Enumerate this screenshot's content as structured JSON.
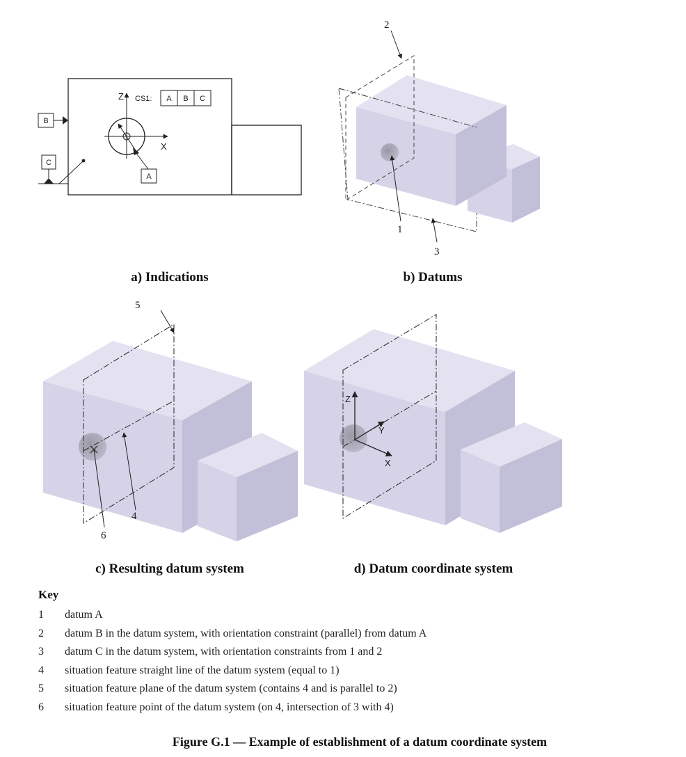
{
  "panel_a": {
    "caption": "a) Indications",
    "datum_b": "B",
    "datum_c": "C",
    "datum_a": "A",
    "axis_z": "Z",
    "axis_x": "X",
    "cs_label": "CS1:",
    "frame_cells": [
      "A",
      "B",
      "C"
    ]
  },
  "panel_b": {
    "caption": "b) Datums",
    "callouts": [
      "1",
      "2",
      "3"
    ]
  },
  "panel_c": {
    "caption": "c) Resulting datum system",
    "callouts": [
      "4",
      "5",
      "6"
    ]
  },
  "panel_d": {
    "caption": "d) Datum coordinate system",
    "axis_z": "Z",
    "axis_y": "Y",
    "axis_x": "X"
  },
  "key": {
    "heading": "Key",
    "items": [
      {
        "num": "1",
        "text": "datum A"
      },
      {
        "num": "2",
        "text": "datum B in the datum system, with orientation constraint (parallel) from datum A"
      },
      {
        "num": "3",
        "text": "datum C in the datum system, with orientation constraints from 1 and 2"
      },
      {
        "num": "4",
        "text": "situation feature straight line of the datum system (equal to 1)"
      },
      {
        "num": "5",
        "text": "situation feature plane of the datum system (contains 4 and is parallel to 2)"
      },
      {
        "num": "6",
        "text": "situation feature point of the datum system (on 4, intersection of 3 with 4)"
      }
    ]
  },
  "figure_title": "Figure G.1 — Example of establishment of a datum coordinate system",
  "colors": {
    "block_front": "#d6d3e8",
    "block_top": "#e4e2f1",
    "block_side": "#c2bfd9",
    "hole": "#8d8c99"
  }
}
